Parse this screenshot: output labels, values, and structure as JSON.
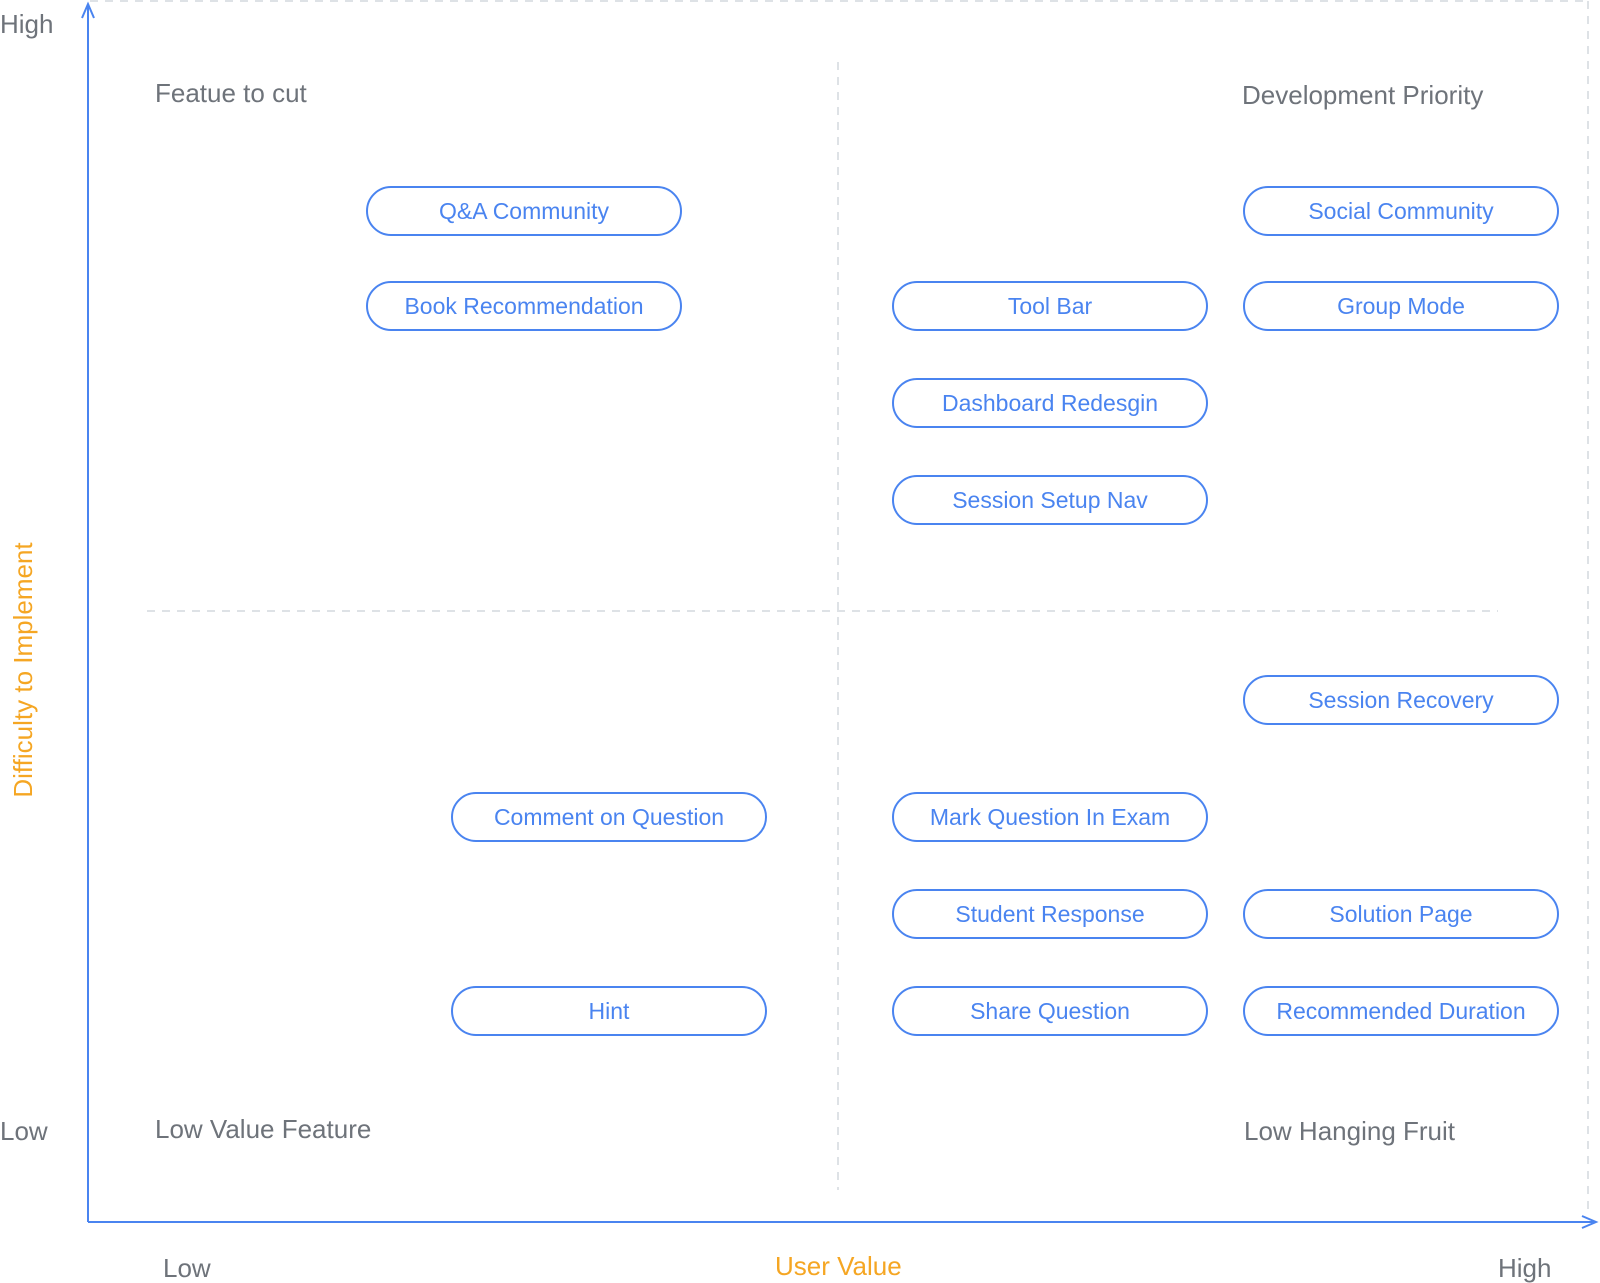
{
  "colors": {
    "axis": "#4a84f0",
    "pill": "#4a84f0",
    "axis_title": "#f5a623",
    "text": "#6e737a",
    "dashed": "#d4d8de"
  },
  "axes": {
    "y_title": "Difficulty to Implement",
    "y_high": "High",
    "y_low": "Low",
    "x_title": "User Value",
    "x_low": "Low",
    "x_high": "High"
  },
  "quadrants": {
    "top_left": "Featue to cut",
    "top_right": "Development Priority",
    "bottom_left": "Low Value Feature",
    "bottom_right": "Low Hanging Fruit"
  },
  "features": {
    "qa_community": "Q&A Community",
    "book_recommendation": "Book Recommendation",
    "social_community": "Social Community",
    "tool_bar": "Tool Bar",
    "group_mode": "Group Mode",
    "dashboard_redesign": "Dashboard Redesgin",
    "session_setup_nav": "Session Setup Nav",
    "session_recovery": "Session Recovery",
    "comment_on_question": "Comment on Question",
    "mark_question_in_exam": "Mark Question In Exam",
    "student_response": "Student Response",
    "solution_page": "Solution Page",
    "hint": "Hint",
    "share_question": "Share Question",
    "recommended_duration": "Recommended Duration"
  }
}
